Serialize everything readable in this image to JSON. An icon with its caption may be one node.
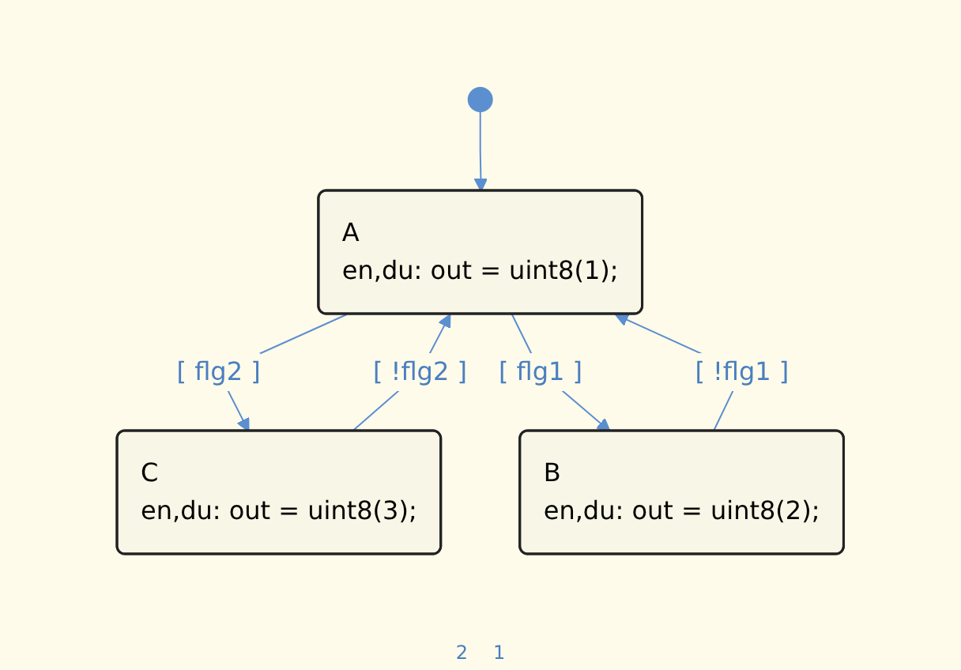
{
  "diagram": {
    "nodes": [
      {
        "text": [],
        "shape": "circle"
      },
      {
        "text": [
          "A",
          "en,du: out = uint8(1);"
        ]
      },
      {
        "text": [
          "C",
          "en,du: out = uint8(3);"
        ]
      },
      {
        "text": [
          "B",
          "en,du: out = uint8(2);"
        ]
      }
    ],
    "edges": [
      {
        "from": 0,
        "to": 1,
        "arrow": "to"
      },
      {
        "from": 1,
        "to": 2,
        "arrow": "to",
        "label": "[ flg2 ]"
      },
      {
        "from": 2,
        "to": 1,
        "arrow": "to",
        "label": "[ !flg2 ]"
      },
      {
        "from": 1,
        "to": 3,
        "arrow": "to",
        "label": "[ flg1 ]"
      },
      {
        "from": 3,
        "to": 1,
        "arrow": "to",
        "label": "[ !flg1 ]"
      }
    ],
    "labels": [
      "2",
      "1"
    ]
  }
}
